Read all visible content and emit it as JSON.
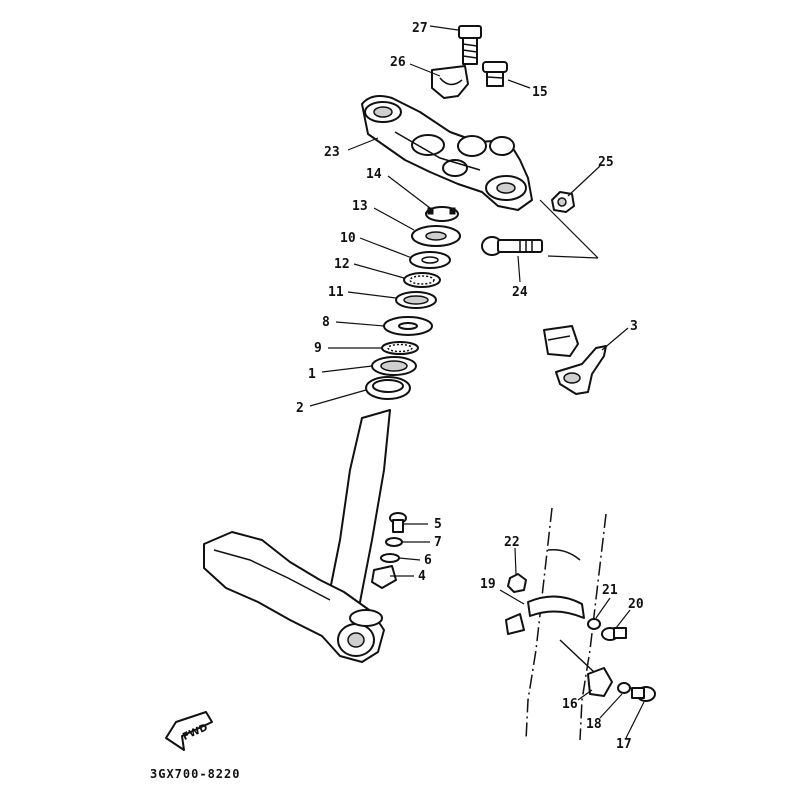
{
  "diagram": {
    "catalog_code": "3GX700-8220",
    "fwd_label": "FWD",
    "callouts": [
      {
        "id": "c27",
        "text": "27"
      },
      {
        "id": "c26",
        "text": "26"
      },
      {
        "id": "c15",
        "text": "15"
      },
      {
        "id": "c23",
        "text": "23"
      },
      {
        "id": "c25",
        "text": "25"
      },
      {
        "id": "c14",
        "text": "14"
      },
      {
        "id": "c13",
        "text": "13"
      },
      {
        "id": "c10",
        "text": "10"
      },
      {
        "id": "c12",
        "text": "12"
      },
      {
        "id": "c11",
        "text": "11"
      },
      {
        "id": "c24",
        "text": "24"
      },
      {
        "id": "c8",
        "text": "8"
      },
      {
        "id": "c3",
        "text": "3"
      },
      {
        "id": "c9",
        "text": "9"
      },
      {
        "id": "c1",
        "text": "1"
      },
      {
        "id": "c2",
        "text": "2"
      },
      {
        "id": "c5",
        "text": "5"
      },
      {
        "id": "c7",
        "text": "7"
      },
      {
        "id": "c6",
        "text": "6"
      },
      {
        "id": "c4",
        "text": "4"
      },
      {
        "id": "c22",
        "text": "22"
      },
      {
        "id": "c19",
        "text": "19"
      },
      {
        "id": "c21",
        "text": "21"
      },
      {
        "id": "c20",
        "text": "20"
      },
      {
        "id": "c16",
        "text": "16"
      },
      {
        "id": "c18",
        "text": "18"
      },
      {
        "id": "c17",
        "text": "17"
      }
    ]
  }
}
